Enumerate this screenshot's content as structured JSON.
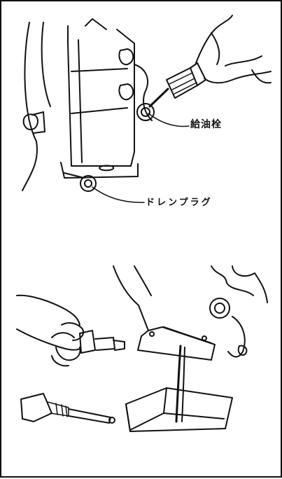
{
  "labels": {
    "filler_plug": "給油栓",
    "drain_plug": "ドレンプラグ"
  },
  "colors": {
    "ink": "#111111",
    "paper": "#ffffff"
  },
  "illustrations": [
    "engine-oil-filler-and-drain-diagram",
    "oil-draining-into-pan-diagram"
  ]
}
